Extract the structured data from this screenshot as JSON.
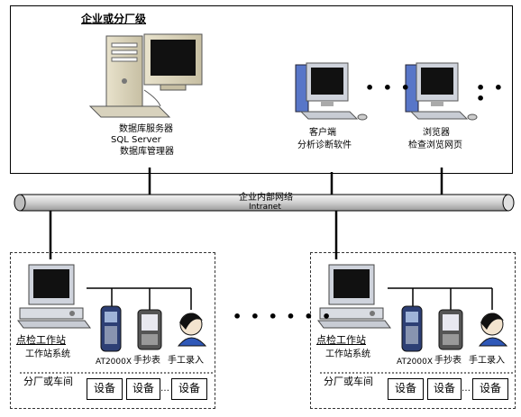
{
  "enterprise": {
    "title": "企业或分厂级",
    "db_server_label": "数据库服务器",
    "sql_server": "SQL Server",
    "db_manager": "数据库管理器",
    "client_label": "客户端",
    "client_sub": "分析诊断软件",
    "browser_label": "浏览器",
    "browser_sub": "检查浏览网页",
    "ellipsis": "• • •"
  },
  "network": {
    "name": "企业内部网络",
    "name_en": "Intranet"
  },
  "branches": [
    {
      "station_label": "点检工作站",
      "station_sub": "工作站系统",
      "device_at2000x": "AT2000X",
      "device_handheld": "手抄表",
      "device_manual": "手工录入",
      "area_label": "分厂或车间",
      "equipment": [
        "设备",
        "设备",
        "设备"
      ],
      "equip_ellipsis": "…"
    },
    {
      "station_label": "点检工作站",
      "station_sub": "工作站系统",
      "device_at2000x": "AT2000X",
      "device_handheld": "手抄表",
      "device_manual": "手工录入",
      "area_label": "分厂或车间",
      "equipment": [
        "设备",
        "设备",
        "设备"
      ],
      "equip_ellipsis": "…"
    }
  ],
  "between_ellipsis": "• • • • • •"
}
